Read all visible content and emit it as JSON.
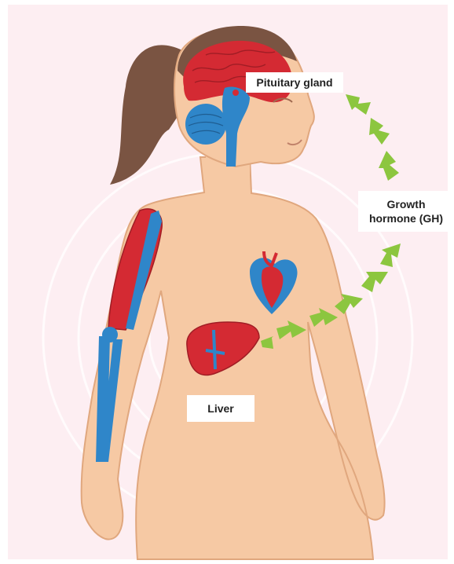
{
  "labels": {
    "pituitary": "Pituitary gland",
    "gh_line1": "Growth",
    "gh_line2": "hormone (GH)",
    "liver": "Liver"
  },
  "colors": {
    "background": "#fdeef2",
    "skin": "#f6c9a4",
    "skin_outline": "#e0a77e",
    "hair": "#7a5442",
    "organ_red": "#d42a33",
    "bone_blue": "#2f86c9",
    "arrow_green": "#8cc63f",
    "ring": "#ffffff"
  }
}
